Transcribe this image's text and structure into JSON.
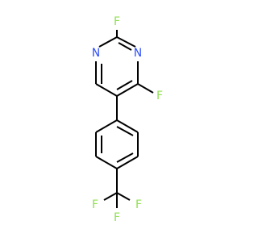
{
  "colors": {
    "bond": "#000000",
    "nitrogen": "#3050F8",
    "fluorine": "#90E050",
    "background": "#ffffff"
  },
  "atoms": {
    "f_top": "F",
    "n_left": "N",
    "n_right": "N",
    "f_right": "F",
    "f_bottom_left": "F",
    "f_bottom_center": "F",
    "f_bottom_right": "F"
  }
}
